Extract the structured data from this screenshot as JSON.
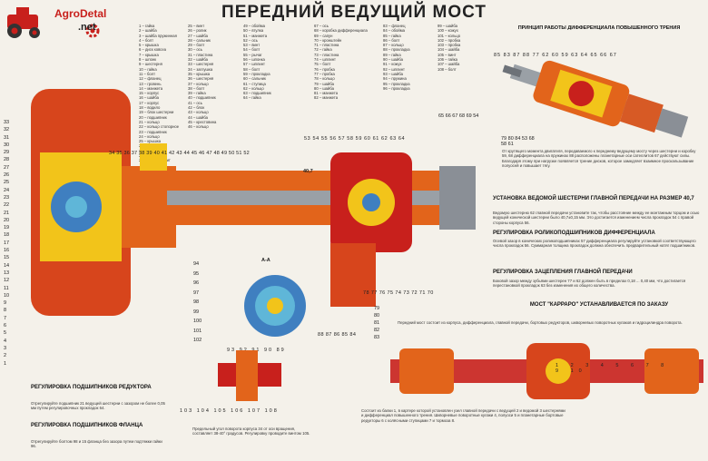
{
  "brand": {
    "name": "AgroDetal",
    "suffix": ".net"
  },
  "title": "ПЕРЕДНИЙ ВЕДУЩИЙ МОСТ",
  "legend_columns": [
    [
      "1 – гайка",
      "2 – шайба",
      "3 – шайба пружинная",
      "4 – болт",
      "5 – крышка",
      "6 – диск ковсеа",
      "7 – крышка",
      "8 – шпонк",
      "9 – шестерня",
      "10 – гайка",
      "11 – болт",
      "12 – фланец",
      "13 – гровень",
      "14 – манжета",
      "15 – корпус",
      "16 – шайба",
      "17 – корпус",
      "18 – водило",
      "19 – блок шестерни",
      "20 – подшипник",
      "21 – кольцо",
      "22 – кольцо стопорное",
      "23 – подшипник",
      "24 – кольцо",
      "25 – крышка",
      "26 – манжета",
      "27 – кольцо",
      "28 – гайка",
      "29 – ось-сателлит"
    ],
    [
      "25 – винт",
      "26 – ролик",
      "27 – шайба",
      "28 – сальник",
      "29 – болт",
      "30 – ось",
      "31 – пластина",
      "32 – шайба",
      "33 – шестерня",
      "34 – заглушка",
      "35 – крышка",
      "36 – шестерня",
      "37 – кольцо",
      "38 – болт",
      "39 – гайка",
      "40 – подшипник",
      "41 – ось",
      "42 – блок",
      "43 – кольцо",
      "44 – шайба",
      "45 – крестовина",
      "46 – кольцо"
    ],
    [
      "49 – обойма",
      "50 – втулка",
      "51 – манжета",
      "52 – ось",
      "53 – винт",
      "54 – болт",
      "55 – рычаг",
      "56 – шпонка",
      "57 – шплинт",
      "58 – болт",
      "59 – прокладка",
      "60 – сальник",
      "61 – ступица",
      "62 – кольцо",
      "63 – подшипник",
      "64 – гайка"
    ],
    [
      "67 – ось",
      "68 – коробка дифференциала",
      "69 – сапун",
      "70 – кронштейн",
      "71 – пластина",
      "72 – гайка",
      "73 – пластина",
      "74 – шплинт",
      "75 – болт",
      "76 – пробка",
      "77 – пробка",
      "78 – кольцо",
      "79 – шайба",
      "80 – шайба",
      "81 – манжета",
      "82 – манжета"
    ],
    [
      "83 – фланец",
      "84 – обойма",
      "85 – гайка",
      "86 – болт",
      "87 – кольцо",
      "88 – прокладка",
      "89 – гайка",
      "90 – шайба",
      "91 – кожух",
      "92 – шплинт",
      "93 – шайба",
      "94 – пружина",
      "95 – прокладка",
      "96 – прокладка"
    ],
    [
      "99 – шайба",
      "100 – кожух",
      "101 – кольцо",
      "102 – пробка",
      "103 – пробка",
      "104 – шайба",
      "105 – винт",
      "106 – гайка",
      "107 – шайба",
      "108 – болт"
    ]
  ],
  "principle": {
    "title": "ПРИНЦИП РАБОТЫ ДИФФЕРЕНЦИАЛА ПОВЫШЕННОГО ТРЕНИЯ",
    "numbers_top": "85 83 87 88 77 62 60 59 63 64 65 66 67",
    "numbers_side": "79 80 84 53 68 58 61",
    "text": "От крутящего момента двигателя, передаваемого к переднему ведущему мосту через шестерни и коробку 59, 68 дифференциала на пружинах 88 расположены планетарные оси сателлитов 67 действуют силы. Благодаря этому при нагрузке появляется трение дисков, которое замедляет взаимное проскальзывание полуосей и повышает тягу."
  },
  "sections": [
    {
      "title": "УСТАНОВКА ВЕДОМОЙ ШЕСТЕРНИ ГЛАВНОЙ ПЕРЕДАЧИ НА РАЗМЕР 40,7",
      "text": "Ведомую шестерню 62 главной передачи установите так, чтобы расстояние между ее монтажным торцом и осью ведущей конической шестерни было 40,7±0,15 мм. Это достигается изменением числа прокладок 54 с правой стороны корпуса 56."
    },
    {
      "title": "РЕГУЛИРОВКА РОЛИКОПОДШИПНИКОВ ДИФФЕРЕНЦИАЛА",
      "text": "Осевой зазор в конических роликоподшипниках 57 дифференциала регулируйте установкой соответствующего числа прокладок 56. Суммарная толщина прокладок должна обеспечить предварительный натяг подшипников."
    },
    {
      "title": "РЕГУЛИРОВКА ЗАЦЕПЛЕНИЯ ГЛАВНОЙ ПЕРЕДАЧИ",
      "text": "Боковой зазор между зубьями шестерен 77 и 62 должен быть в пределах 0,18 ... 0,40 мм, что достигается перестановкой прокладок 63 без изменения их общего количества."
    },
    {
      "title": "МОСТ \"КАРРАРО\" УСТАНАВЛИВАЕТСЯ ПО ЗАКАЗУ",
      "text": "Передний мост состоит из корпуса, дифференциала, главной передачи, бортовых редукторов, шкворневых поворотных кулаков и гидроцилиндра поворота."
    }
  ],
  "reducer": {
    "title": "РЕГУЛИРОВКА ПОДШИПНИКОВ РЕДУКТОРА",
    "text": "Отрегулируйте подшипник 21 ведущей шестерни с зазором не более 0,05 мм путем регулировочных прокладок 64."
  },
  "flange": {
    "title": "РЕГУЛИРОВКА ПОДШИПНИКОВ ФЛАНЦА",
    "text": "Отрегулируйте болтом 98 и 15 фланца без зазора путем подтяжки гайки 96."
  },
  "bottom_note": "Предельный угол поворота корпуса 34 от оси вращения, составляет 38-40° градусов. Регулировку проводите винтом 105.",
  "carraro_note": "Состоит из балки 1, в картере которой установлен узел главной передачи с ведущей 2 и ведомой 3 шестернями и дифференциал повышенного трения. Шкворневые поворотные кулаки 4, полуоси 5 и планетарные бортовые редукторы 6 с колёсными ступицами 7 и тормоза 8.",
  "section_label": "А-А",
  "angle_label": "40,7",
  "main_numbers_top": "34 35 36 37 38 39 40 41 42 43 44 45 46 47 48 49 50 51 52",
  "main_numbers_top2": "53 54 55 56 57 58 59 60 61 62 63 64",
  "main_numbers_right": "65 66 67 68 69 54",
  "left_numbers": [
    "33",
    "32",
    "31",
    "30",
    "29",
    "28",
    "27",
    "26",
    "25",
    "24",
    "23",
    "22",
    "21",
    "20",
    "19",
    "18",
    "17",
    "16",
    "15",
    "14",
    "13",
    "12",
    "11",
    "10",
    "9",
    "8",
    "7",
    "6",
    "5",
    "4",
    "3",
    "2",
    "1"
  ],
  "right_numbers_main": [
    "94",
    "95",
    "96",
    "97",
    "98",
    "99",
    "100",
    "101",
    "102"
  ],
  "bottom_numbers_main": "78 77 76 75 74 73 72 71 70",
  "lower_numbers": [
    "79",
    "80",
    "81",
    "82",
    "83"
  ],
  "lower_row": "88 87 86 85 84",
  "section_numbers": [
    "93",
    "92",
    "91",
    "90",
    "89"
  ],
  "bottom_left_numbers": [
    "103",
    "104",
    "105",
    "106",
    "107",
    "108"
  ],
  "carraro_numbers": [
    "1",
    "2",
    "3",
    "4",
    "5",
    "6",
    "7",
    "8",
    "9",
    "10"
  ],
  "colors": {
    "red": "#c8201c",
    "orange": "#e2641b",
    "yellow": "#f2c41a",
    "blue": "#3f7fc0",
    "cyan": "#5fb6d8",
    "grey": "#9aa0a6"
  }
}
